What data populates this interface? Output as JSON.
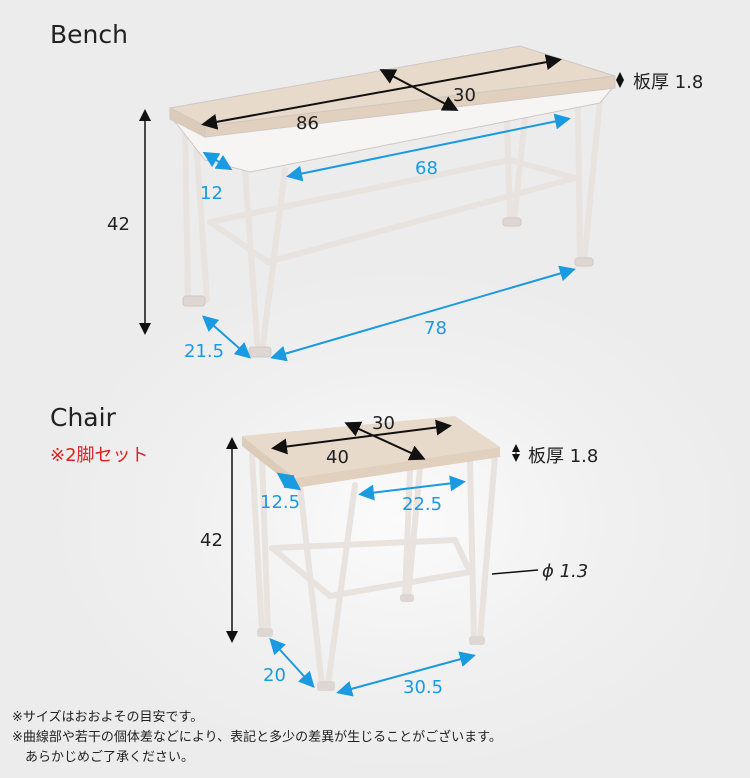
{
  "bench": {
    "title": "Bench",
    "width": "86",
    "depth": "30",
    "height": "42",
    "top_thickness": "板厚 1.8",
    "inner_width": "68",
    "apron_depth": "12",
    "leg_span_width": "78",
    "leg_span_depth": "21.5"
  },
  "chair": {
    "title": "Chair",
    "set_note": "※2脚セット",
    "width": "40",
    "depth": "30",
    "height": "42",
    "top_thickness": "板厚 1.8",
    "inner_width": "22.5",
    "apron_depth": "12.5",
    "pipe_diameter": "ϕ 1.3",
    "leg_span_width": "30.5",
    "leg_span_depth": "20"
  },
  "notes": [
    "※サイズはおおよその目安です。",
    "※曲線部や若干の個体差などにより、表記と多少の差異が生じることがございます。",
    "　あらかじめご了承ください。"
  ],
  "colors": {
    "dimension_blue": "#1a9ae0",
    "accent_red": "#e02020",
    "wood": "#e6d6c3",
    "frame": "#f4f0ee"
  }
}
